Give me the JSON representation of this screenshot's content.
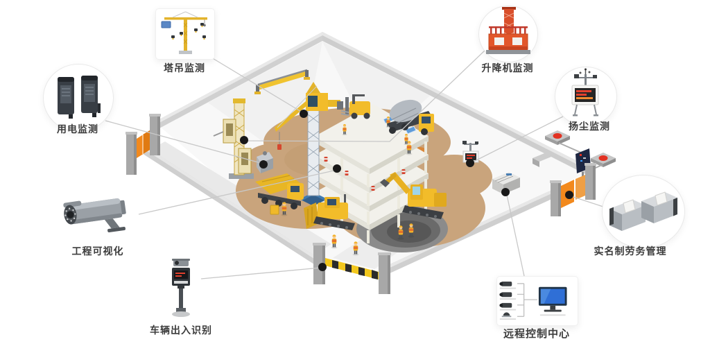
{
  "diagram": {
    "kind": "smart-construction-site-monitoring-overview",
    "background": "#ffffff"
  },
  "callouts": [
    {
      "id": "tower-crane-monitoring",
      "label": "塔吊监测",
      "icon": "tower-crane-icon"
    },
    {
      "id": "electricity-monitoring",
      "label": "用电监测",
      "icon": "power-meter-icon"
    },
    {
      "id": "project-visualization",
      "label": "工程可视化",
      "icon": "cctv-camera-icon"
    },
    {
      "id": "vehicle-access-recognition",
      "label": "车辆出入识别",
      "icon": "license-plate-camera-icon"
    },
    {
      "id": "hoist-monitoring",
      "label": "升降机监测",
      "icon": "construction-hoist-icon"
    },
    {
      "id": "dust-monitoring",
      "label": "扬尘监测",
      "icon": "dust-station-icon"
    },
    {
      "id": "labor-management",
      "label": "实名制劳务管理",
      "icon": "turnstile-gate-icon"
    },
    {
      "id": "remote-control-center",
      "label": "远程控制中心",
      "icon": "control-center-icon"
    }
  ],
  "site": {
    "equipment": [
      "tower-crane",
      "construction-hoist",
      "building-under-construction",
      "forklift",
      "concrete-mixer-truck",
      "dump-truck",
      "bulldozer",
      "excavator",
      "foundation-pit",
      "workers",
      "electrical-cabinet",
      "dust-station-on-site",
      "control-box",
      "left-gate",
      "bottom-barrier-gate",
      "right-gate",
      "led-sign"
    ],
    "monitor_points": 8
  },
  "colors": {
    "gate_orange": "#f2891d",
    "machine_yellow": "#f2bc2a",
    "dirt_tan": "#c9a47c",
    "wall_gray": "#cfcfcf",
    "connector_gray": "#c8c8c8",
    "dot_black": "#191919",
    "label_gray": "#3c3c3c",
    "alert_red": "#e03020",
    "hoist_red": "#d94f2b",
    "screen_blue": "#2f6fd6"
  }
}
